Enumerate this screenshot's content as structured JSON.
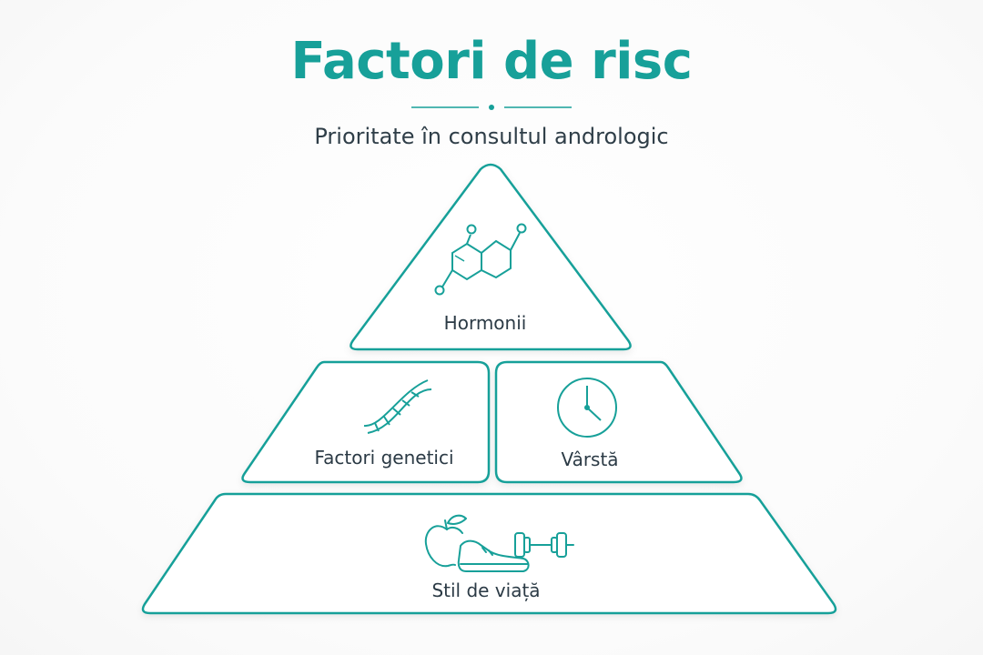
{
  "title": "Factori de risc",
  "subtitle": "Prioritate în consultul andrologic",
  "accent_color": "#17a099",
  "text_color": "#2b3a45",
  "tiers": [
    {
      "label": "Hormonii",
      "icon": "hormone-molecule-icon"
    },
    {
      "label": "Factori genetici",
      "icon": "dna-helix-icon"
    },
    {
      "label": "Vârstă",
      "icon": "clock-icon"
    },
    {
      "label": "Stil de viață",
      "icon": "apple-sneaker-dumbbell-icon"
    }
  ]
}
